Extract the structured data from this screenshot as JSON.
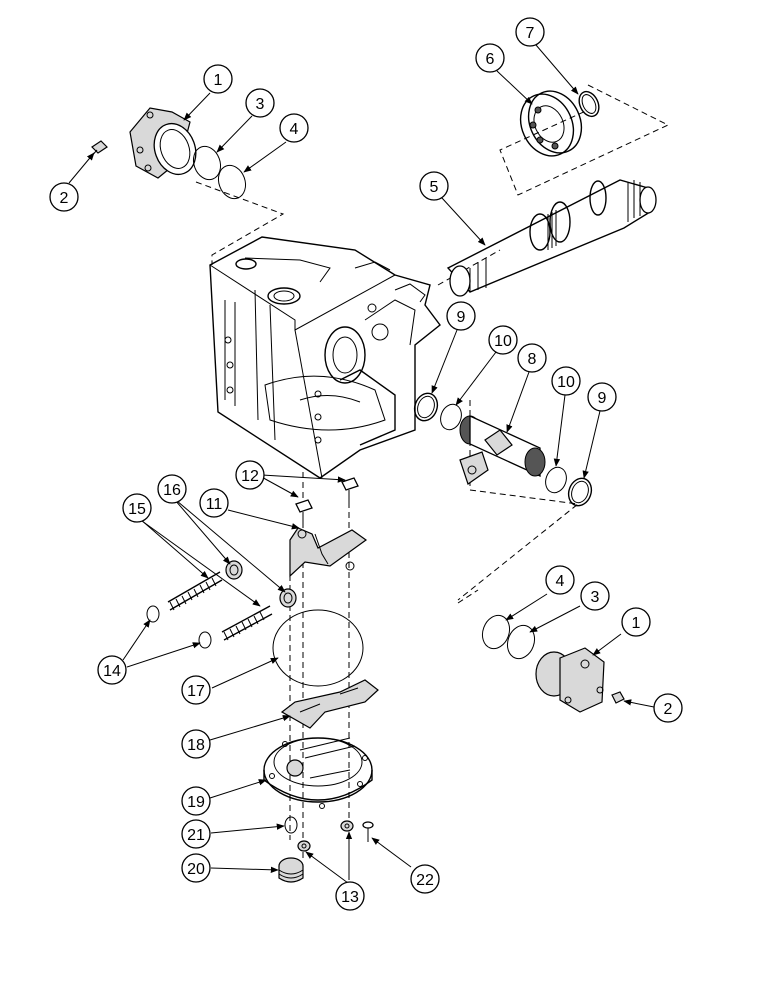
{
  "callouts": {
    "c1a": "1",
    "c1b": "1",
    "c2a": "2",
    "c2b": "2",
    "c3a": "3",
    "c3b": "3",
    "c4a": "4",
    "c4b": "4",
    "c5": "5",
    "c6": "6",
    "c7": "7",
    "c8": "8",
    "c9a": "9",
    "c9b": "9",
    "c10a": "10",
    "c10b": "10",
    "c11": "11",
    "c12": "12",
    "c13": "13",
    "c14": "14",
    "c15": "15",
    "c16": "16",
    "c17": "17",
    "c18": "18",
    "c19": "19",
    "c20": "20",
    "c21": "21",
    "c22": "22"
  }
}
